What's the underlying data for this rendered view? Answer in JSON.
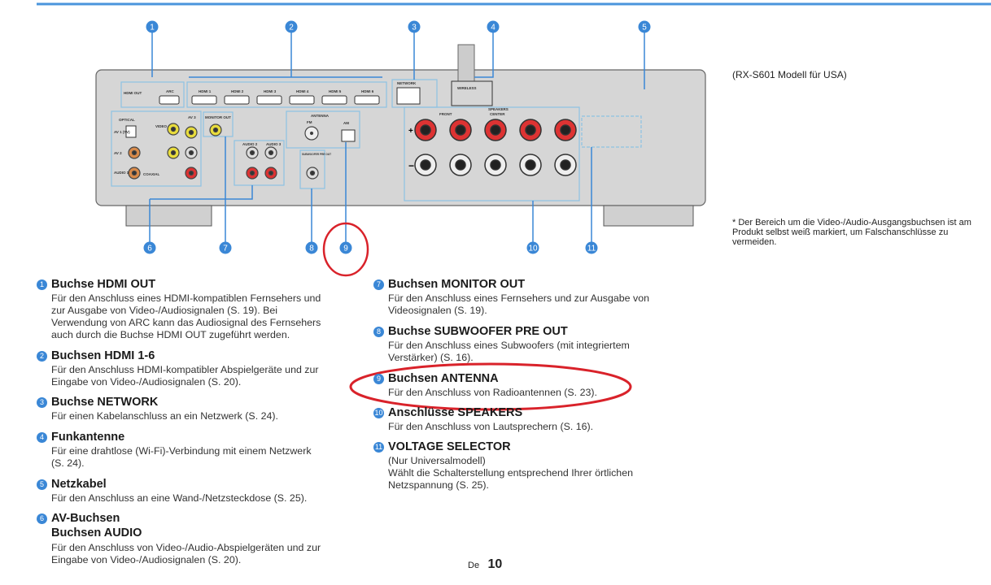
{
  "model_note": "(RX-S601 Modell für USA)",
  "footnote": "* Der Bereich um die Video-/Audio-Ausgangsbuchsen ist am Produkt selbst weiß markiert, um Falschanschlüsse zu vermeiden.",
  "page": {
    "lang": "De",
    "number": "10"
  },
  "colors": {
    "accent": "#3a87d6",
    "highlight": "#d9222a",
    "panel": "#d6d6d6"
  },
  "callouts": [
    "1",
    "2",
    "3",
    "4",
    "5",
    "6",
    "7",
    "8",
    "9",
    "10",
    "11"
  ],
  "diagram": {
    "hdmi_out": "HDMI OUT",
    "arc": "ARC",
    "hdmi_in": [
      "HDMI 1",
      "HDMI 2",
      "HDMI 3",
      "HDMI 4",
      "HDMI 5",
      "HDMI 6"
    ],
    "network": "NETWORK",
    "wireless": "WIRELESS",
    "optical": "OPTICAL",
    "av1": "AV 1 (TV)",
    "av2": "AV 2",
    "audio1": "AUDIO 1",
    "coaxial": "COAXIAL",
    "video": "VIDEO",
    "av3": "AV 3",
    "monitor_out": "MONITOR OUT",
    "audio2": "AUDIO 2",
    "audio3": "AUDIO 3",
    "antenna": "ANTENNA",
    "fm": "FM",
    "am": "AM",
    "subwoofer": "SUBWOOFER PRE OUT",
    "front": "FRONT",
    "center": "CENTER",
    "speakers": "SPEAKERS",
    "plus": "+",
    "minus": "−"
  },
  "items_left": [
    {
      "num": "1",
      "title": "Buchse HDMI OUT",
      "lines": [
        "Für den Anschluss eines HDMI-kompatiblen Fernsehers und",
        "zur Ausgabe von Video-/Audiosignalen (S. 19). Bei",
        "Verwendung von ARC kann das Audiosignal des Fernsehers",
        "auch durch die Buchse HDMI OUT zugeführt werden."
      ]
    },
    {
      "num": "2",
      "title": "Buchsen HDMI 1-6",
      "lines": [
        "Für den Anschluss HDMI-kompatibler Abspielgeräte und zur",
        "Eingabe von Video-/Audiosignalen (S. 20)."
      ]
    },
    {
      "num": "3",
      "title": "Buchse NETWORK",
      "lines": [
        "Für einen Kabelanschluss an ein Netzwerk (S. 24)."
      ]
    },
    {
      "num": "4",
      "title": "Funkantenne",
      "lines": [
        "Für eine drahtlose (Wi-Fi)-Verbindung mit einem Netzwerk",
        "(S. 24)."
      ]
    },
    {
      "num": "5",
      "title": "Netzkabel",
      "lines": [
        "Für den Anschluss an eine Wand-/Netzsteckdose (S. 25)."
      ]
    },
    {
      "num": "6",
      "title": "AV-Buchsen",
      "title2": "Buchsen AUDIO",
      "lines": [
        "Für den Anschluss von Video-/Audio-Abspielgeräten und zur",
        "Eingabe von Video-/Audiosignalen (S. 20)."
      ]
    }
  ],
  "items_right": [
    {
      "num": "7",
      "title": "Buchsen MONITOR OUT",
      "lines": [
        "Für den Anschluss eines Fernsehers und zur Ausgabe von",
        "Videosignalen (S. 19)."
      ]
    },
    {
      "num": "8",
      "title": "Buchse SUBWOOFER PRE OUT",
      "lines": [
        "Für den Anschluss eines Subwoofers (mit integriertem",
        "Verstärker) (S. 16)."
      ]
    },
    {
      "num": "9",
      "title": "Buchsen ANTENNA",
      "lines": [
        "Für den Anschluss von Radioantennen (S. 23)."
      ]
    },
    {
      "num": "10",
      "title": "Anschlüsse SPEAKERS",
      "lines": [
        "Für den Anschluss von Lautsprechern (S. 16)."
      ]
    },
    {
      "num": "11",
      "title": "VOLTAGE SELECTOR",
      "lines": [
        "(Nur Universalmodell)",
        "Wählt die Schalterstellung entsprechend Ihrer örtlichen",
        "Netzspannung (S. 25)."
      ]
    }
  ]
}
